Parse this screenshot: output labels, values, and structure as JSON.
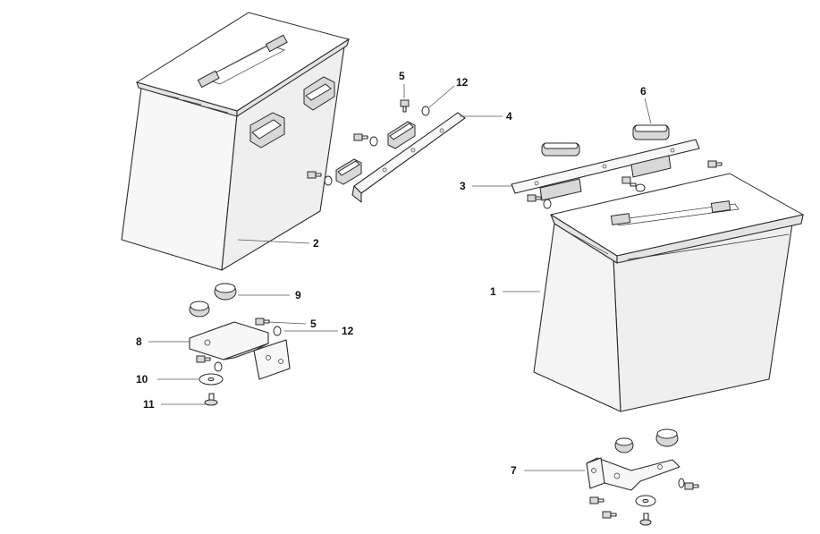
{
  "callouts": [
    {
      "id": "c1",
      "text": "1"
    },
    {
      "id": "c2",
      "text": "2"
    },
    {
      "id": "c3",
      "text": "3"
    },
    {
      "id": "c4",
      "text": "4"
    },
    {
      "id": "c5a",
      "text": "5"
    },
    {
      "id": "c5b",
      "text": "5"
    },
    {
      "id": "c6",
      "text": "6"
    },
    {
      "id": "c7",
      "text": "7"
    },
    {
      "id": "c8",
      "text": "8"
    },
    {
      "id": "c9",
      "text": "9"
    },
    {
      "id": "c10",
      "text": "10"
    },
    {
      "id": "c11",
      "text": "11"
    },
    {
      "id": "c12a",
      "text": "12"
    },
    {
      "id": "c12b",
      "text": "12"
    }
  ]
}
